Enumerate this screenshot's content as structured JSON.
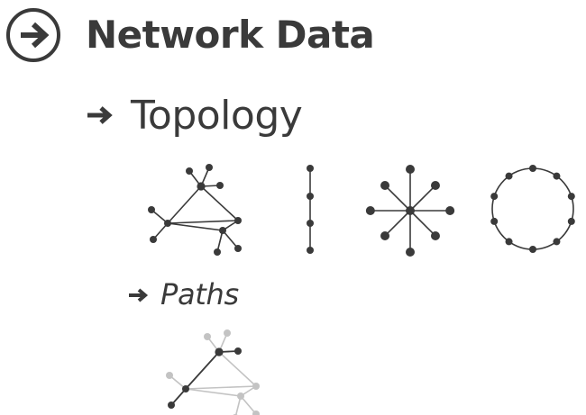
{
  "heading": {
    "title": "Network Data"
  },
  "sections": [
    {
      "label": "Topology",
      "subsections": [
        {
          "label": "Paths"
        }
      ]
    }
  ],
  "colors": {
    "ink": "#3a3a3a",
    "faded": "#c3c3c3",
    "background": "#ffffff"
  },
  "icons": {
    "heading": "circled-arrow-right-icon",
    "section": "arrow-right-icon"
  },
  "diagrams": {
    "topology": [
      {
        "name": "general-network",
        "nodes": 12,
        "links": 12
      },
      {
        "name": "chain",
        "nodes": 4,
        "links": 3
      },
      {
        "name": "star",
        "nodes": 9,
        "links": 8
      },
      {
        "name": "ring",
        "nodes": 10,
        "links": 10
      }
    ],
    "paths": [
      {
        "name": "highlighted-path-network",
        "nodes": 12,
        "highlighted_nodes": 5
      }
    ]
  }
}
